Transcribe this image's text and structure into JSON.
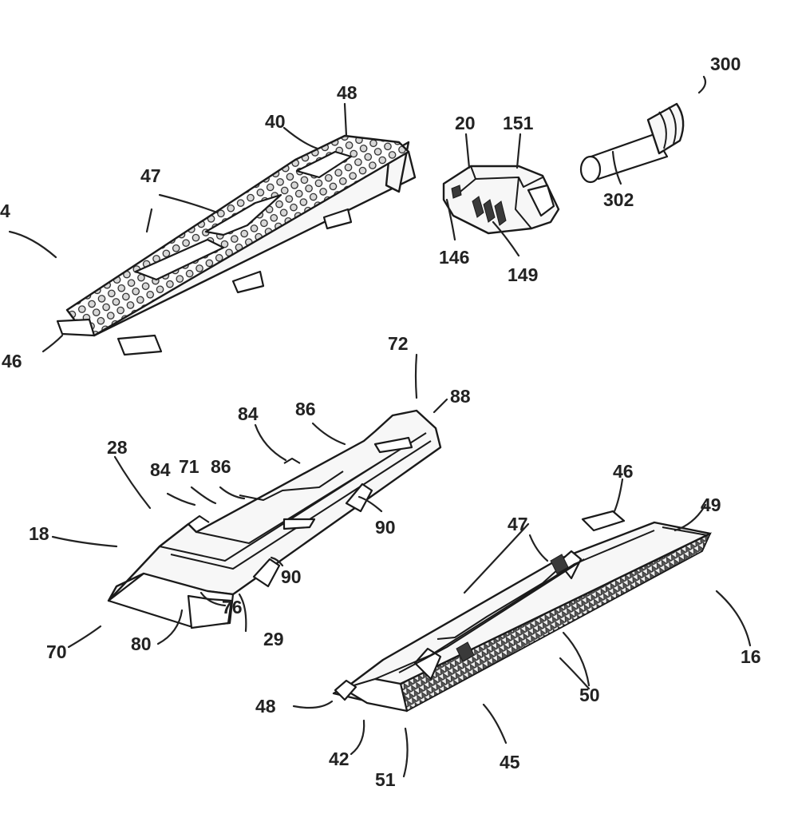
{
  "labels": {
    "l300": "300",
    "l302": "302",
    "l20": "20",
    "l151": "151",
    "l146": "146",
    "l149": "149",
    "l48a": "48",
    "l40": "40",
    "l47a": "47",
    "l4": "4",
    "l46a": "46",
    "l72": "72",
    "l88": "88",
    "l84a": "84",
    "l86a": "86",
    "l28": "28",
    "l84b": "84",
    "l71": "71",
    "l86b": "86",
    "l18": "18",
    "l90a": "90",
    "l90b": "90",
    "l76": "76",
    "l29": "29",
    "l80": "80",
    "l70": "70",
    "l46b": "46",
    "l49": "49",
    "l47b": "47",
    "l16": "16",
    "l50": "50",
    "l48b": "48",
    "l42": "42",
    "l51": "51",
    "l45": "45"
  }
}
